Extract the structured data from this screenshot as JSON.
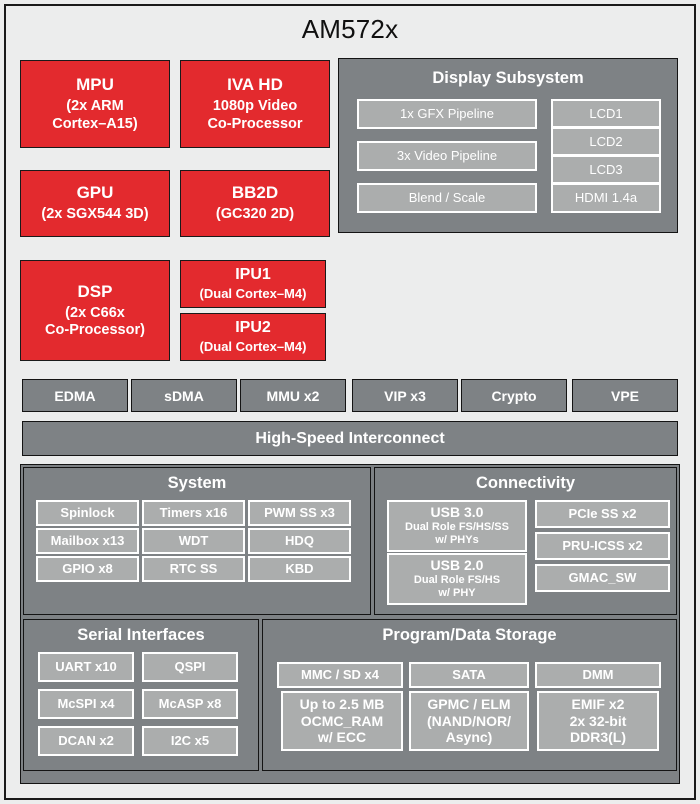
{
  "chip": {
    "title": "AM572x"
  },
  "cores": [
    {
      "name": "MPU",
      "lines": [
        "(2x ARM",
        "Cortex–A15)"
      ]
    },
    {
      "name": "IVA HD",
      "lines": [
        "1080p Video",
        "Co-Processor"
      ]
    },
    {
      "name": "GPU",
      "lines": [
        "(2x SGX544 3D)"
      ]
    },
    {
      "name": "BB2D",
      "lines": [
        "(GC320 2D)"
      ]
    },
    {
      "name": "DSP",
      "lines": [
        "(2x C66x",
        "Co-Processor)"
      ]
    },
    {
      "name": "IPU1",
      "lines": [
        "(Dual Cortex–M4)"
      ]
    },
    {
      "name": "IPU2",
      "lines": [
        "(Dual Cortex–M4)"
      ]
    }
  ],
  "display_subsystem": {
    "title": "Display Subsystem",
    "pipelines": [
      "1x GFX Pipeline",
      "3x Video Pipeline",
      "Blend / Scale"
    ],
    "outputs": [
      "LCD1",
      "LCD2",
      "LCD3",
      "HDMI 1.4a"
    ]
  },
  "accelerator_bar": [
    "EDMA",
    "sDMA",
    "MMU x2",
    "VIP x3",
    "Crypto",
    "VPE"
  ],
  "interconnect": {
    "label": "High-Speed Interconnect"
  },
  "system": {
    "title": "System",
    "items": [
      "Spinlock",
      "Timers x16",
      "PWM SS x3",
      "Mailbox x13",
      "WDT",
      "HDQ",
      "GPIO x8",
      "RTC SS",
      "KBD"
    ]
  },
  "connectivity": {
    "title": "Connectivity",
    "usb": [
      {
        "l1": "USB 3.0",
        "l2": "Dual Role FS/HS/SS",
        "l3": "w/ PHYs"
      },
      {
        "l1": "USB 2.0",
        "l2": "Dual Role FS/HS",
        "l3": "w/ PHY"
      }
    ],
    "items": [
      "PCIe SS x2",
      "PRU-ICSS x2",
      "GMAC_SW"
    ]
  },
  "serial_interfaces": {
    "title": "Serial Interfaces",
    "items": [
      "UART x10",
      "QSPI",
      "McSPI x4",
      "McASP x8",
      "DCAN x2",
      "I2C x5"
    ]
  },
  "storage": {
    "title": "Program/Data Storage",
    "row1": [
      "MMC / SD x4",
      "SATA",
      "DMM"
    ],
    "row2": [
      {
        "l1": "Up to 2.5 MB",
        "l2": "OCMC_RAM",
        "l3": "w/ ECC"
      },
      {
        "l1": "GPMC / ELM",
        "l2": "(NAND/NOR/",
        "l3": "Async)"
      },
      {
        "l1": "EMIF x2",
        "l2": "2x 32-bit",
        "l3": "DDR3(L)"
      }
    ]
  },
  "colors": {
    "core_red": "#e32a2e",
    "panel_gray": "#7e8285",
    "inner_gray": "#abadad",
    "background": "#eceded",
    "border": "#141414",
    "text_light": "#ffffff",
    "text_dark": "#101010"
  }
}
